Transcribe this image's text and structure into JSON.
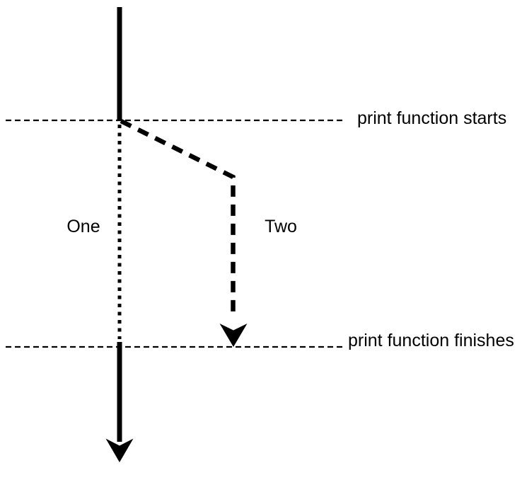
{
  "diagram": {
    "labels": {
      "thread_one": "One",
      "thread_two": "Two",
      "event_start": "print function starts",
      "event_finish": "print function finishes"
    },
    "colors": {
      "ink": "#000000",
      "background": "#ffffff"
    }
  }
}
